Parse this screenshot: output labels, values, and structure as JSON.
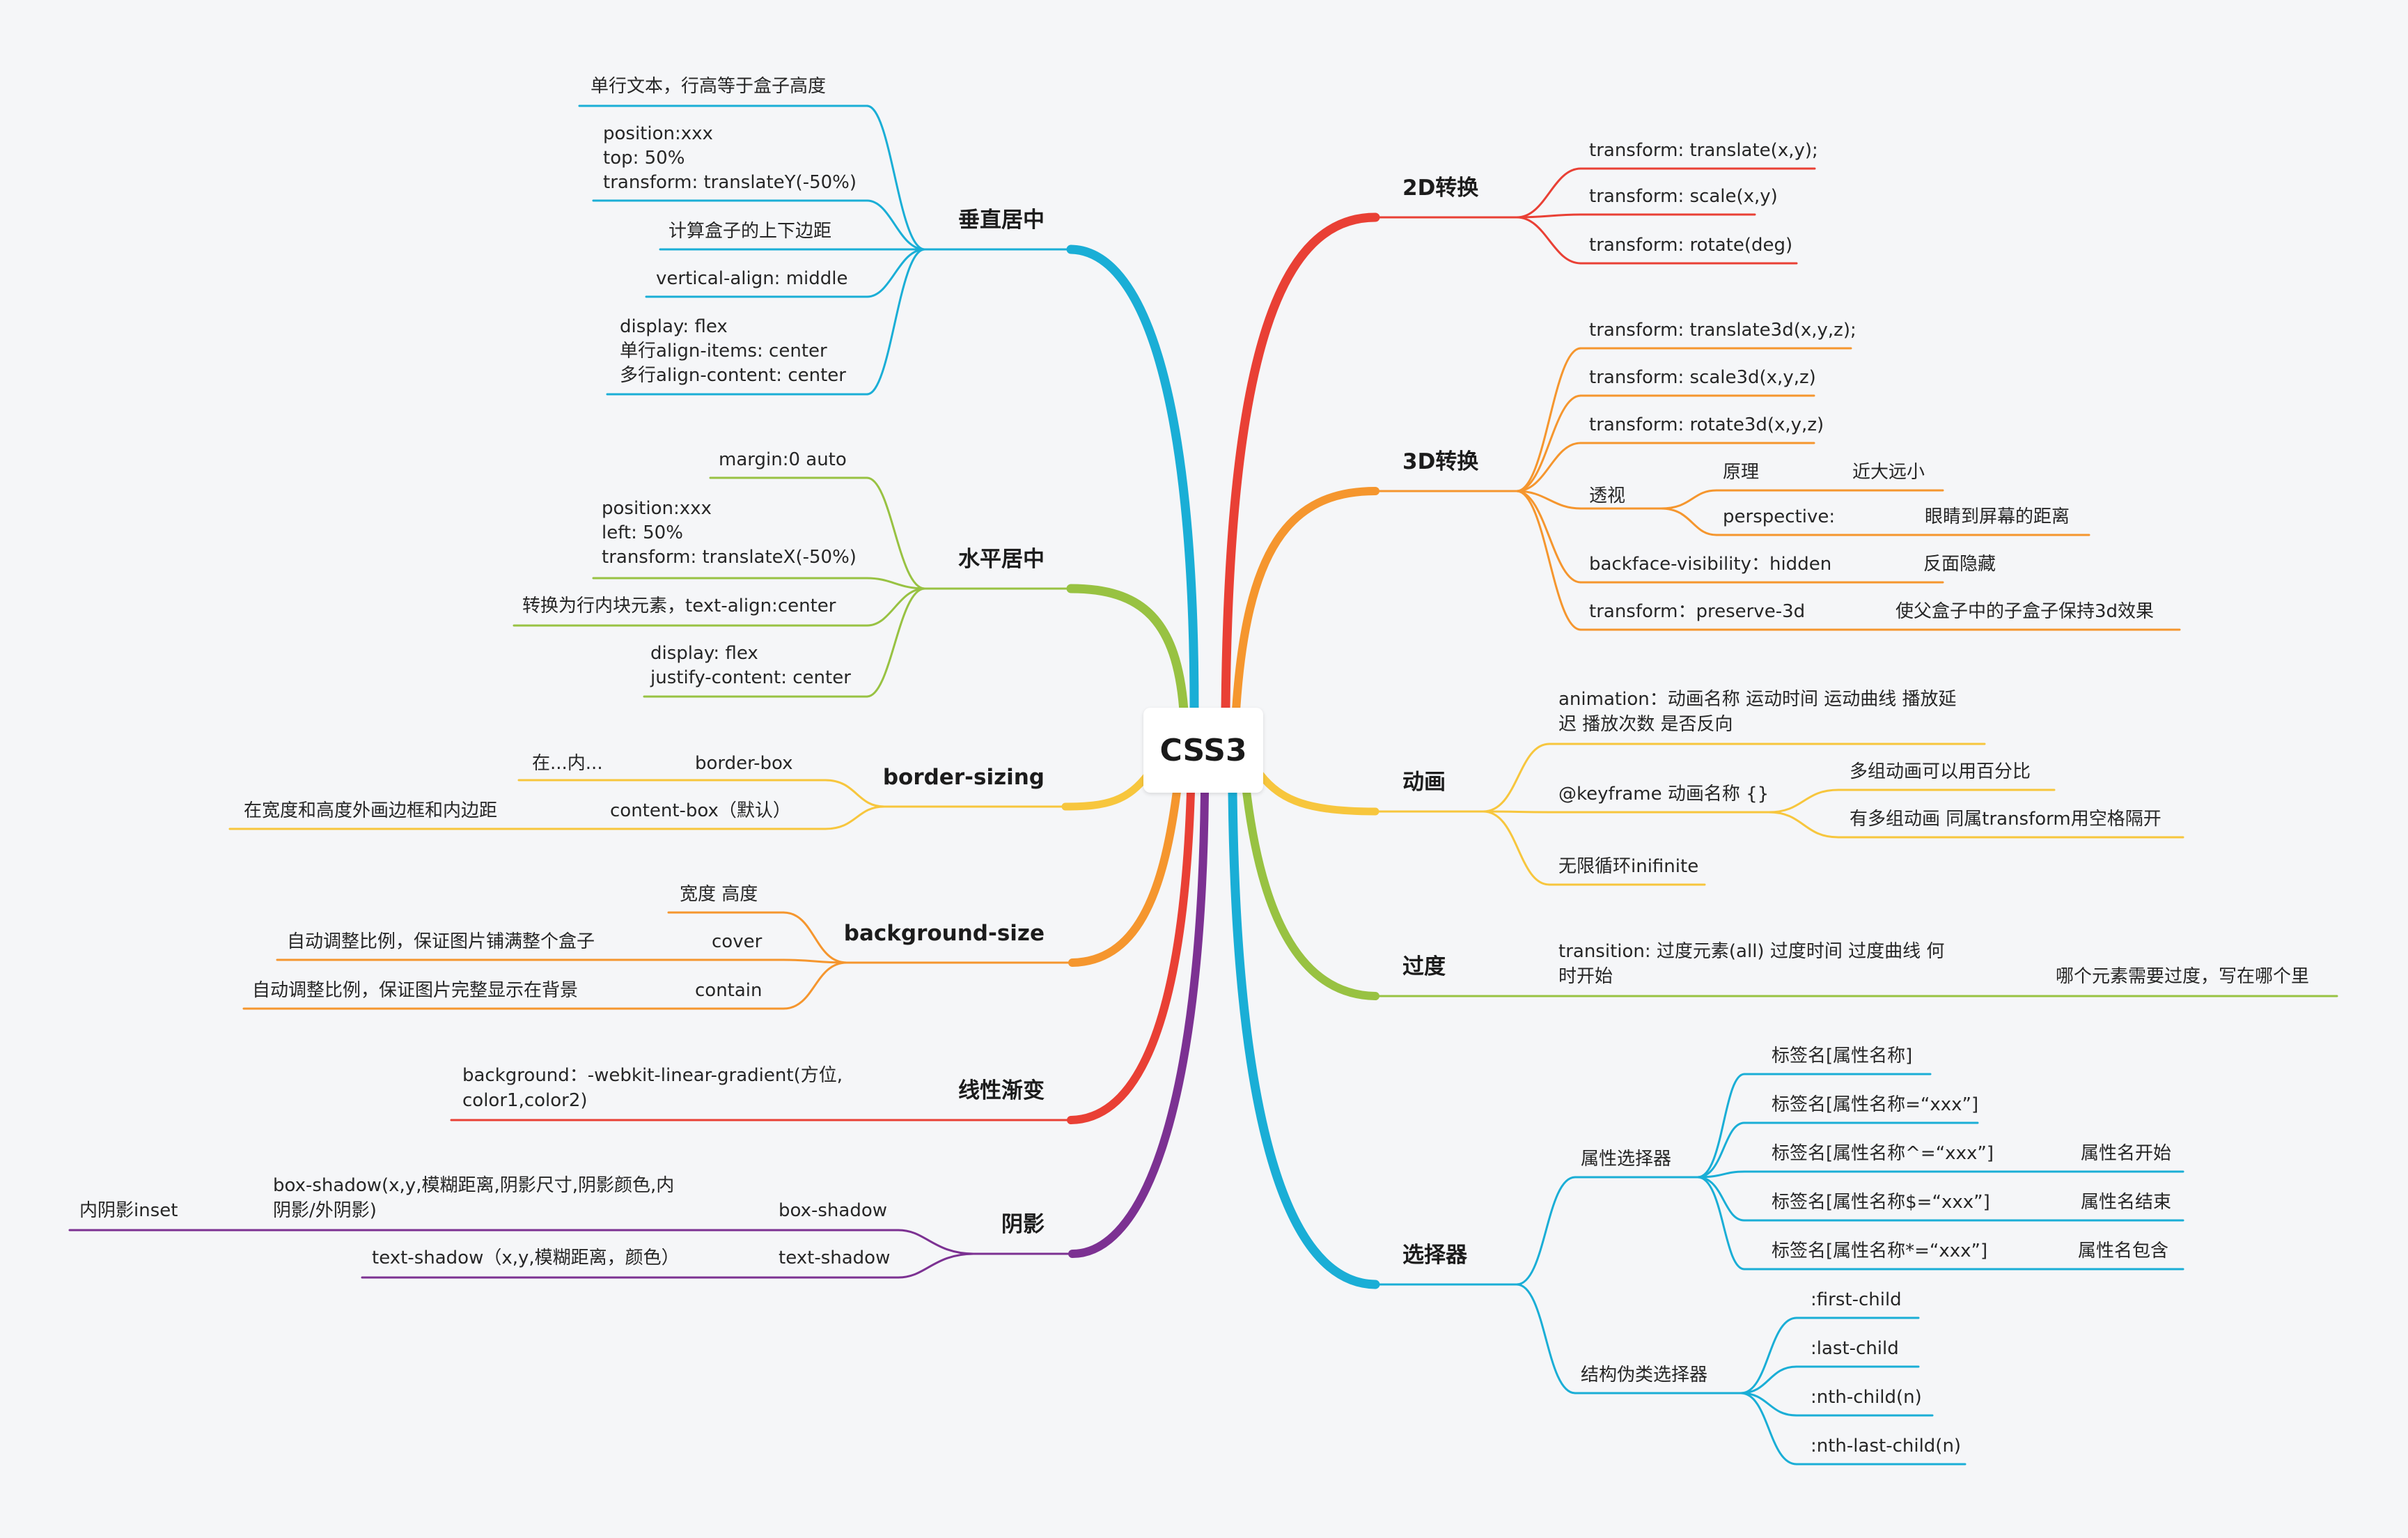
{
  "center": "CSS3",
  "colors": {
    "cyan": "#1aaed6",
    "yellow_green": "#98c242",
    "yellow": "#f7c63d",
    "orange": "#f5962e",
    "red": "#e94035",
    "purple": "#7c3192"
  },
  "topics": {
    "vcenter": "垂直居中",
    "hcenter": "水平居中",
    "bsizing": "border-sizing",
    "bgsize": "background-size",
    "lgrad": "线性渐变",
    "shadow": "阴影",
    "t2d": "2D转换",
    "t3d": "3D转换",
    "anim": "动画",
    "trans": "过度",
    "sel": "选择器"
  },
  "leaves": {
    "vc1": "单行文本，行高等于盒子高度",
    "vc2a": "position:xxx",
    "vc2b": "top: 50%",
    "vc2c": "transform: translateY(-50%)",
    "vc3": "计算盒子的上下边距",
    "vc4": "vertical-align: middle",
    "vc5a": "display: flex",
    "vc5b": "单行align-items: center",
    "vc5c": "多行align-content: center",
    "hc1": "margin:0 auto",
    "hc2a": "position:xxx",
    "hc2b": "left: 50%",
    "hc2c": "transform: translateX(-50%)",
    "hc3": "转换为行内块元素，text-align:center",
    "hc4a": "display: flex",
    "hc4b": "justify-content: center",
    "bs1": "border-box",
    "bs1d": "在...内...",
    "bs2": "content-box（默认）",
    "bs2d": "在宽度和高度外画边框和内边距",
    "bg1": "宽度 高度",
    "bg2": "cover",
    "bg2d": "自动调整比例，保证图片铺满整个盒子",
    "bg3": "contain",
    "bg3d": "自动调整比例，保证图片完整显示在背景",
    "lg1a": "background：-webkit-linear-gradient(方位,",
    "lg1b": "color1,color2)",
    "sh1": "box-shadow",
    "sh1da": "box-shadow(x,y,模糊距离,阴影尺寸,阴影颜色,内",
    "sh1db": "阴影/外阴影)",
    "sh1e": "内阴影inset",
    "sh2": "text-shadow",
    "sh2d": "text-shadow（x,y,模糊距离，颜色）",
    "t2a": "transform: translate(x,y);",
    "t2b": "transform: scale(x,y)",
    "t2c": "transform: rotate(deg)",
    "t3a": "transform: translate3d(x,y,z);",
    "t3b": "transform: scale3d(x,y,z)",
    "t3c": "transform: rotate3d(x,y,z)",
    "t3d": "透视",
    "t3d1": "原理",
    "t3d1v": "近大远小",
    "t3d2": "perspective:",
    "t3d2v": "眼睛到屏幕的距离",
    "t3e": "backface-visibility：hidden",
    "t3ev": "反面隐藏",
    "t3f": "transform：preserve-3d",
    "t3fv": "使父盒子中的子盒子保持3d效果",
    "an1a": "animation：动画名称 运动时间 运动曲线 播放延",
    "an1b": "迟 播放次数 是否反向",
    "an2": "@keyframe 动画名称 {}",
    "an2a": "多组动画可以用百分比",
    "an2b": "有多组动画 同属transform用空格隔开",
    "an3": "无限循环inifinite",
    "tr1a": "transition: 过度元素(all)  过度时间  过度曲线 何",
    "tr1b": "时开始",
    "tr1c": "哪个元素需要过度，写在哪个里",
    "sl1": "属性选择器",
    "sl1a": "标签名[属性名称]",
    "sl1b": "标签名[属性名称=“xxx”]",
    "sl1c": "标签名[属性名称^=“xxx”]",
    "sl1cv": "属性名开始",
    "sl1d": "标签名[属性名称$=“xxx”]",
    "sl1dv": "属性名结束",
    "sl1e": "标签名[属性名称*=“xxx”]",
    "sl1ev": "属性名包含",
    "sl2": "结构伪类选择器",
    "sl2a": ":first-child",
    "sl2b": ":last-child",
    "sl2c": ":nth-child(n)",
    "sl2d": ":nth-last-child(n)"
  }
}
